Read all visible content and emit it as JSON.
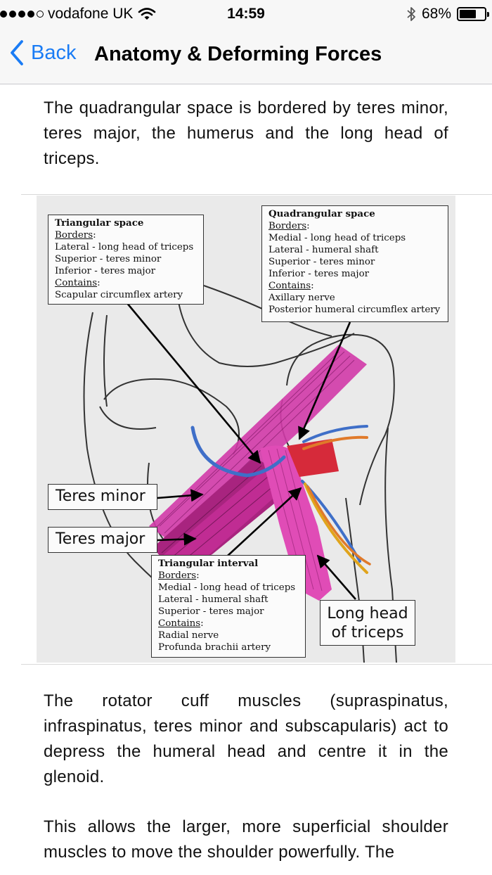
{
  "status_bar": {
    "carrier": "vodafone UK",
    "time": "14:59",
    "battery": "68%",
    "battery_level": 0.68
  },
  "nav": {
    "back_label": "Back",
    "title": "Anatomy & Deforming Forces"
  },
  "content": {
    "paragraph_1": "The quadrangular space is bordered by teres minor, teres major, the humerus and the long head of triceps.",
    "paragraph_2": "The rotator cuff muscles (supraspinatus, infraspinatus, teres minor and subscapularis) act to depress the humeral head and centre it in the glenoid.",
    "paragraph_3": "This allows the larger, more superficial shoulder muscles to move the shoulder powerfully. The"
  },
  "figure": {
    "triangular_space": {
      "title": "Triangular space",
      "borders_label": "Borders",
      "lines": [
        "Lateral - long head of triceps",
        "Superior - teres minor",
        "Inferior  - teres major"
      ],
      "contains_label": "Contains",
      "contains": [
        "Scapular circumflex artery"
      ]
    },
    "quadrangular_space": {
      "title": "Quadrangular space",
      "borders_label": "Borders",
      "lines": [
        "Medial - long head of triceps",
        "Lateral - humeral shaft",
        "Superior - teres minor",
        "Inferior  - teres major"
      ],
      "contains_label": "Contains",
      "contains": [
        "Axillary nerve",
        "Posterior humeral circumflex artery"
      ]
    },
    "triangular_interval": {
      "title": "Triangular interval",
      "borders_label": "Borders",
      "lines": [
        "Medial - long head of triceps",
        "Lateral - humeral shaft",
        "Superior - teres major"
      ],
      "contains_label": "Contains",
      "contains": [
        "Radial nerve",
        "Profunda brachii artery"
      ]
    },
    "label_teres_minor": "Teres minor",
    "label_teres_major": "Teres major",
    "label_long_head_1": "Long head",
    "label_long_head_2": "of triceps",
    "colors": {
      "muscle": "#d23aa8",
      "muscle_dark": "#9c1f78",
      "vein": "#3f6fc8",
      "artery_red": "#d62a3a",
      "nerve_yellow": "#e0a41c",
      "vessel_orange": "#e07a2a"
    }
  },
  "colors": {
    "accent": "#1a7cf5",
    "bar_background": "#f7f7f7"
  }
}
